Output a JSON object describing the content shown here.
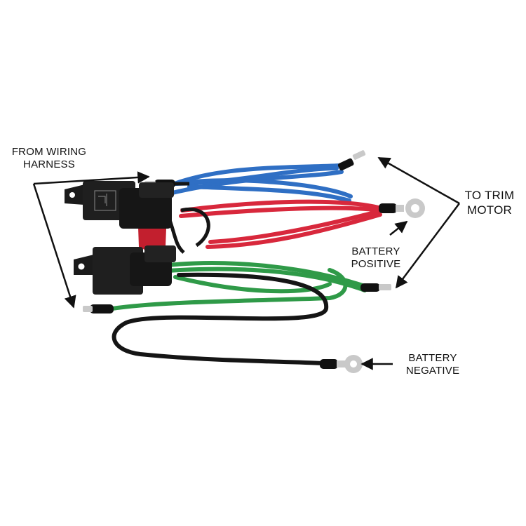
{
  "labels": {
    "from_harness": [
      "FROM WIRING",
      "HARNESS"
    ],
    "to_trim_motor": [
      "TO TRIM",
      "MOTOR"
    ],
    "battery_positive": [
      "BATTERY",
      "POSITIVE"
    ],
    "battery_negative": [
      "BATTERY",
      "NEGATIVE"
    ]
  },
  "colors": {
    "blue_wire": "#2f6fc4",
    "red_wire": "#d8283c",
    "green_wire": "#2f9a48",
    "black_wire": "#151515",
    "relay_body": "#1b1b1b",
    "mount_bracket": "#c21f2e",
    "terminal": "#c9c9c9",
    "arrow": "#111111"
  },
  "icons": [
    "relay-icon",
    "ring-terminal-icon",
    "spade-terminal-icon",
    "arrow-icon"
  ]
}
